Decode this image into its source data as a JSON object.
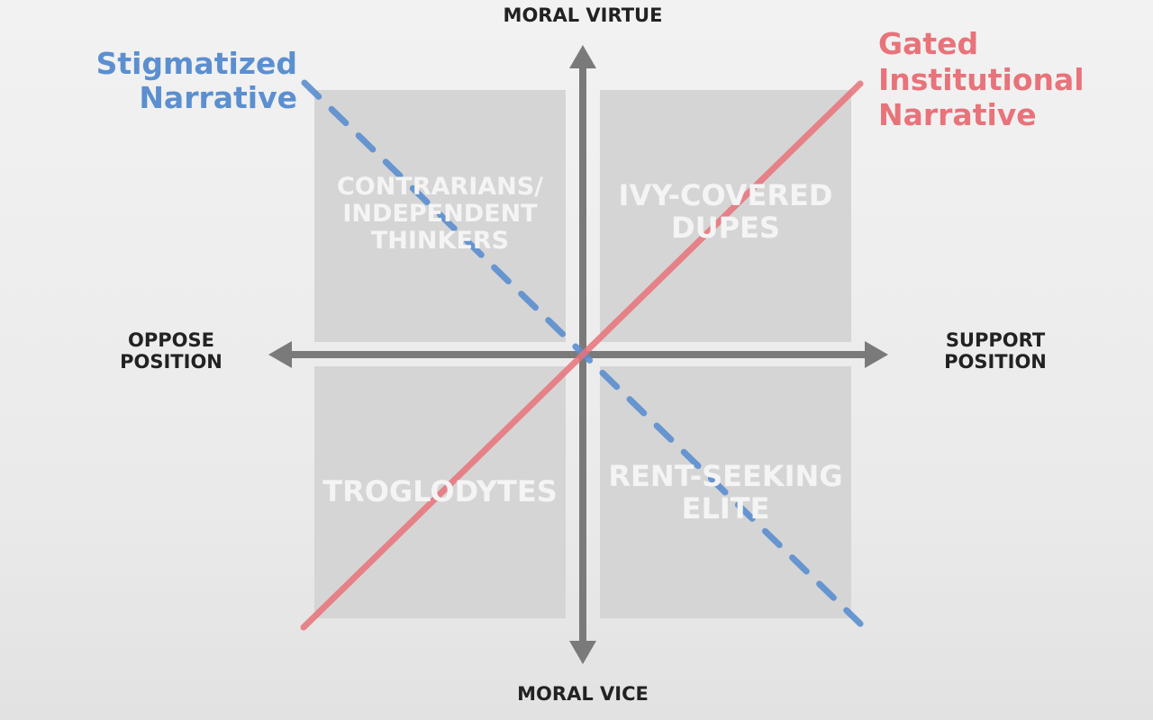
{
  "axes": {
    "top": "MORAL VIRTUE",
    "bottom": "MORAL VICE",
    "left": [
      "OPPOSE",
      "POSITION"
    ],
    "right": [
      "SUPPORT",
      "POSITION"
    ]
  },
  "quadrants": {
    "top_left": [
      "CONTRARIANS/",
      "INDEPENDENT",
      "THINKERS"
    ],
    "top_right": [
      "IVY-COVERED",
      "DUPES"
    ],
    "bottom_left": [
      "TROGLODYTES"
    ],
    "bottom_right": [
      "RENT-SEEKING",
      "ELITE"
    ]
  },
  "narratives": {
    "stigmatized": {
      "lines": [
        "Stigmatized",
        "Narrative"
      ],
      "color": "#5b8fd0",
      "style": "dashed"
    },
    "gated": {
      "lines": [
        "Gated",
        "Institutional",
        "Narrative"
      ],
      "color": "#e8737a",
      "style": "solid"
    }
  },
  "colors": {
    "axis": "#7a7a7a",
    "quadrant": "#d5d5d5"
  }
}
